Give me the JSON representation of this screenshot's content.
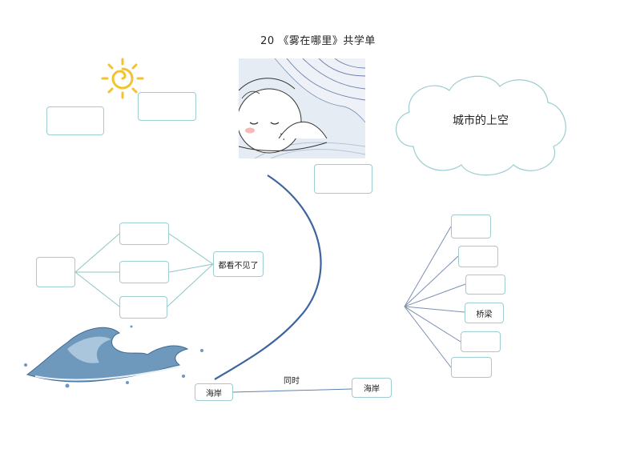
{
  "title": "20 《雾在哪里》共学单",
  "cloud_label": "城市的上空",
  "left_center_label": "都看不见了",
  "right_center_label": "桥梁",
  "bottom_left_label": "海岸",
  "bottom_right_label": "海岸",
  "connector_label": "同时",
  "icons": [
    "sun-icon",
    "cloud-icon",
    "wave-icon",
    "fog-child-illustration"
  ],
  "colors": {
    "box_border": "#9dcdd0",
    "curve": "#3d64a0",
    "connector": "#5b82b0",
    "sun": "#f2c230",
    "wave": "#5a87b0"
  }
}
